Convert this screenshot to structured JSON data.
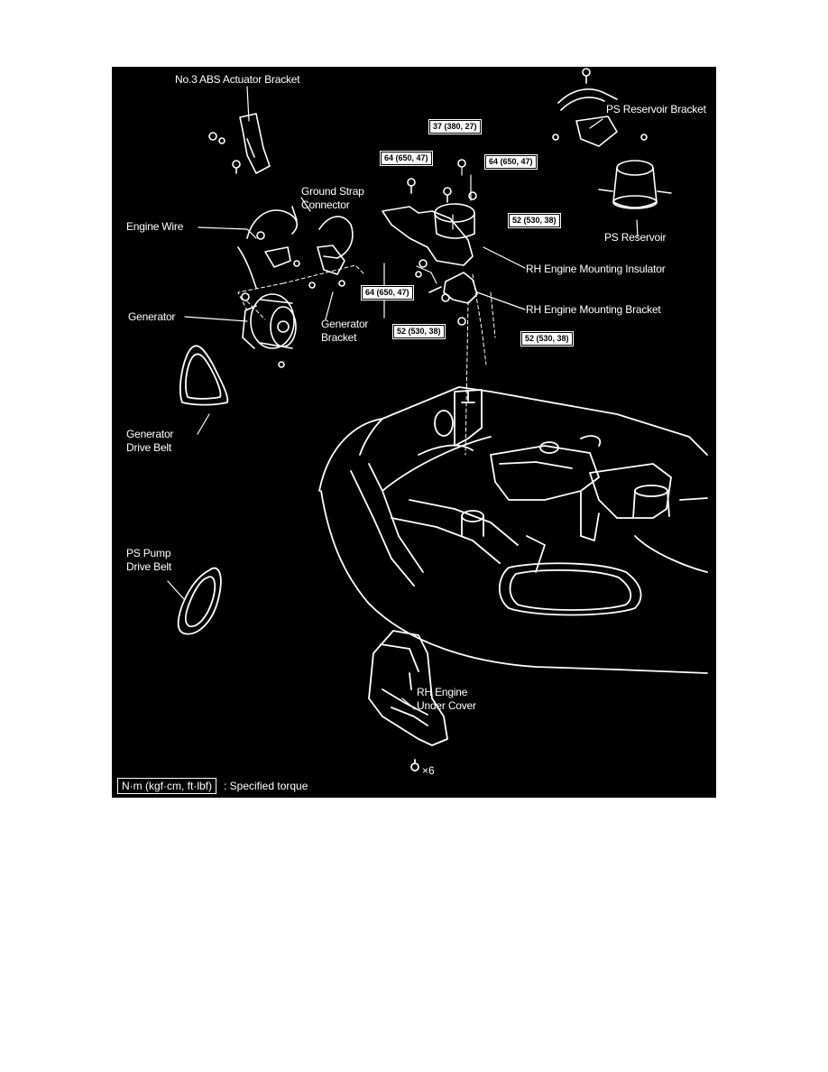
{
  "labels": {
    "abs_bracket": "No.3 ABS Actuator Bracket",
    "ps_reservoir_bracket": "PS Reservoir Bracket",
    "ground_strap_1": "Ground Strap",
    "ground_strap_2": "Connector",
    "engine_wire": "Engine Wire",
    "ps_reservoir": "PS Reservoir",
    "rh_mount_insulator": "RH Engine Mounting Insulator",
    "generator": "Generator",
    "generator_bracket_1": "Generator",
    "generator_bracket_2": "Bracket",
    "rh_mount_bracket": "RH Engine Mounting Bracket",
    "gen_drive_belt_1": "Generator",
    "gen_drive_belt_2": "Drive Belt",
    "ps_pump_belt_1": "PS Pump",
    "ps_pump_belt_2": "Drive Belt",
    "rh_under_cover_1": "RH Engine",
    "rh_under_cover_2": "Under Cover"
  },
  "torques": {
    "t37": "37 (380, 27)",
    "t64_left": "64 (650, 47)",
    "t64_right": "64 (650, 47)",
    "t52_upper": "52 (530, 38)",
    "t64_lower": "64 (650, 47)",
    "t52_lower_left": "52 (530, 38)",
    "t52_lower_right": "52 (530, 38)"
  },
  "bolt_count": "×6",
  "legend": {
    "unit": "N·m (kgf·cm, ft·lbf)",
    "text": ": Specified torque"
  }
}
